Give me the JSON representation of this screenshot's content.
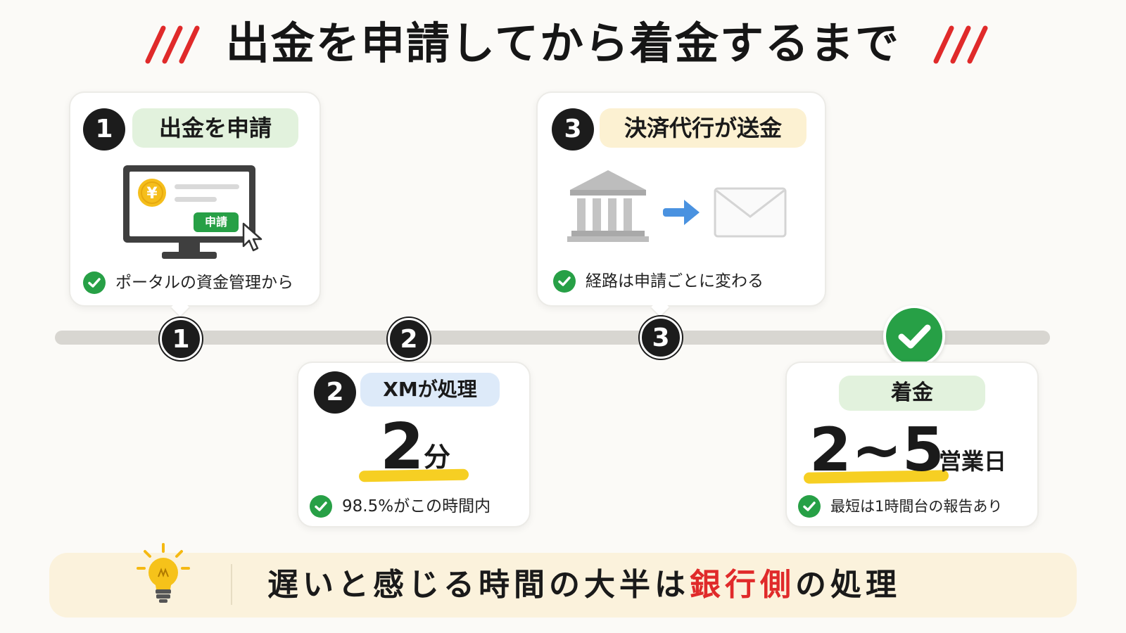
{
  "title": "出金を申請してから着金するまで",
  "colors": {
    "accent_red": "#e02a2a",
    "green": "#27a046",
    "yellow": "#f6cf23",
    "timeline": "#d8d6d1"
  },
  "steps": [
    {
      "number": "1",
      "label": "出金を申請",
      "button_text": "申請",
      "note": "ポータルの資金管理から",
      "icon": "computer-monitor-icon"
    },
    {
      "number": "2",
      "label": "XMが処理",
      "value": "2",
      "unit": "分",
      "note": "98.5%がこの時間内"
    },
    {
      "number": "3",
      "label": "決済代行が送金",
      "note": "経路は申請ごとに変わる",
      "icon": "bank-to-envelope-icon"
    },
    {
      "label": "着金",
      "value_from": "2",
      "value_sep": "~",
      "value_to": "5",
      "unit": "営業日",
      "note": "最短は1時間台の報告あり",
      "icon": "checkmark-icon"
    }
  ],
  "timeline_nodes": [
    "1",
    "2",
    "3"
  ],
  "banner": {
    "prefix": "遅いと感じる時間の大半は",
    "emphasis": "銀行側",
    "suffix": "の処理",
    "icon": "lightbulb-icon"
  }
}
